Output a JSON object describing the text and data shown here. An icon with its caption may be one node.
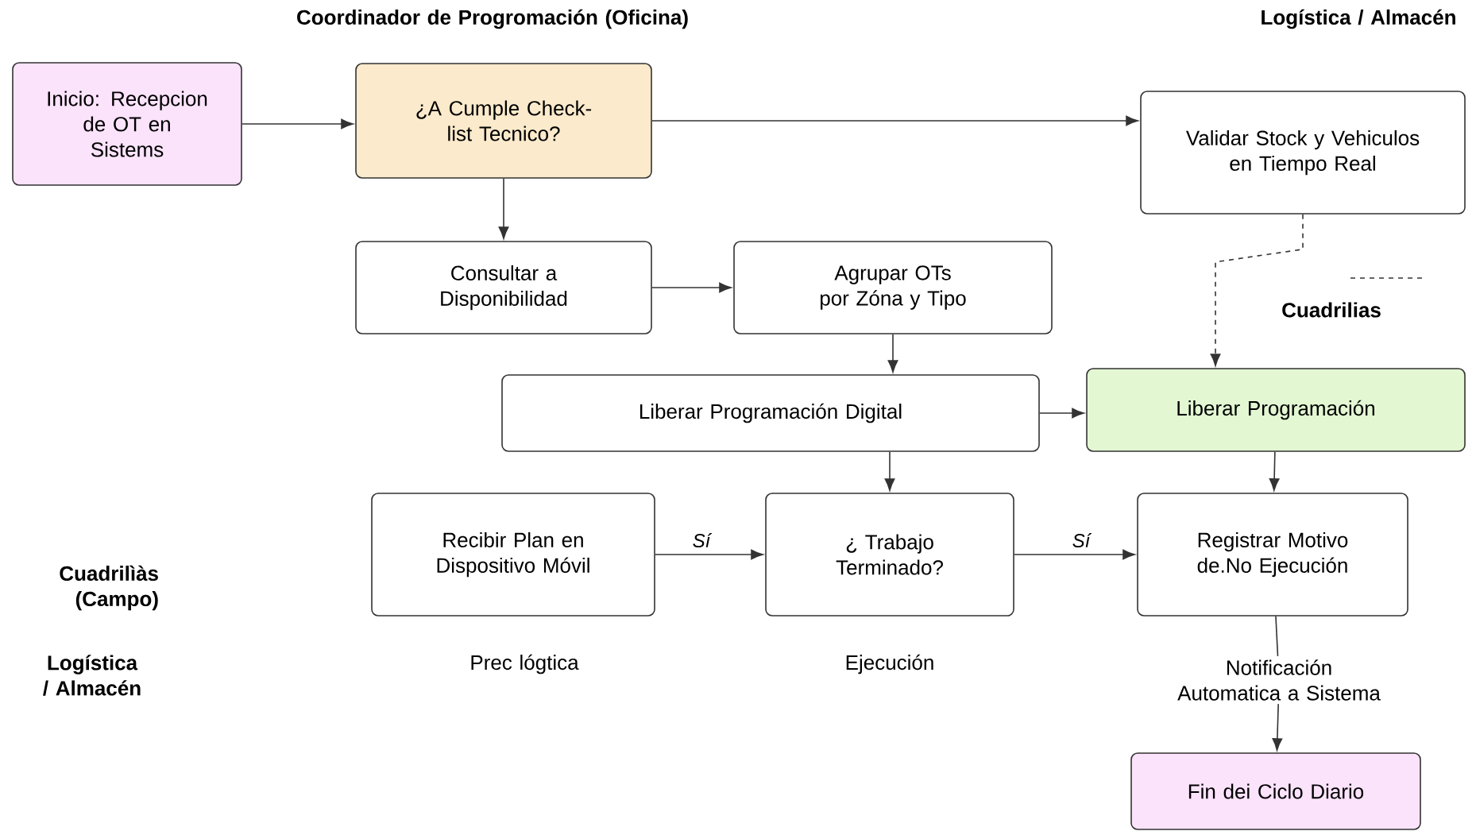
{
  "diagram": {
    "nodes": [
      {
        "text": [
          "Inicio: Recepcion de OT en Sistems"
        ]
      },
      {
        "text": [
          "¿A Cumple Check-list Tecnico?"
        ]
      },
      {
        "text": [
          "Validar Stock y Vehiculos en Tiempo Real"
        ]
      },
      {
        "text": [
          "Consultar a Disponibilidad"
        ]
      },
      {
        "text": [
          "Agrupar OTs por Zóna y Tipo"
        ]
      },
      {
        "text": [
          "Liberar Programación Digital"
        ]
      },
      {
        "text": [
          "Liberar Programación"
        ]
      },
      {
        "text": [
          "Recibir Plan en Dispositivo Móvil"
        ]
      },
      {
        "text": [
          "¿ Trabajo Terminado?"
        ]
      },
      {
        "text": [
          "Registrar Motivo de.No Ejecución"
        ]
      },
      {
        "text": [
          "Notificación Automatica a Sistema"
        ]
      },
      {
        "text": [
          "Fin dei Ciclo Diario"
        ]
      }
    ],
    "edges": [
      {
        "from": 0,
        "to": 1,
        "arrow": "to"
      },
      {
        "from": 1,
        "to": 2,
        "arrow": "to"
      },
      {
        "from": 1,
        "to": 3,
        "arrow": "to"
      },
      {
        "from": 3,
        "to": 4,
        "arrow": "to"
      },
      {
        "from": 4,
        "to": 5,
        "arrow": "to"
      },
      {
        "from": 5,
        "to": 6,
        "arrow": "to"
      },
      {
        "from": 2,
        "to": 6,
        "arrow": "to",
        "style": "dashed"
      },
      {
        "from": 5,
        "to": 8,
        "arrow": "to"
      },
      {
        "from": 6,
        "to": 9,
        "arrow": "to"
      },
      {
        "from": 7,
        "to": 8,
        "arrow": "to",
        "label": "Sí"
      },
      {
        "from": 8,
        "to": 9,
        "arrow": "to",
        "label": "Sí"
      },
      {
        "from": 9,
        "to": 10,
        "arrow": "none"
      },
      {
        "from": 10,
        "to": 11,
        "arrow": "to"
      }
    ],
    "labels": [
      "Coordinador de Progromación (Oficina)",
      "Logística / Almacén",
      "Cuadrilias",
      "Cuadrilìàs (Campo)",
      "Logística / Almacén",
      "Prec lógtica",
      "Ejecución"
    ]
  }
}
